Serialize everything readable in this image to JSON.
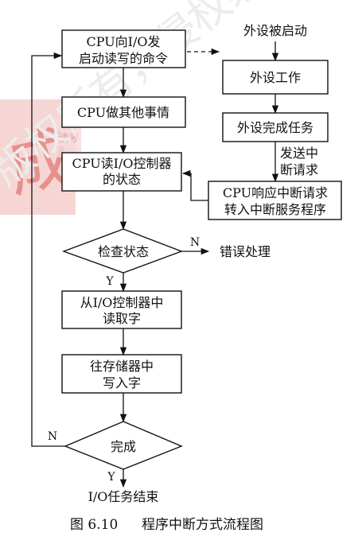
{
  "watermark": {
    "stamp_text": "成",
    "tag_text": "读考",
    "text": "版权所有，侵权必究。",
    "stamp_color": "#d9534f"
  },
  "nodes": {
    "cpu_start_cmd": [
      "CPU向I/O发",
      "启动读写的命令"
    ],
    "device_started": [
      "外设被启动"
    ],
    "device_working": [
      "外设工作"
    ],
    "cpu_other": [
      "CPU做其他事情"
    ],
    "device_done": [
      "外设完成任务"
    ],
    "send_interrupt": [
      "发送中",
      "断请求"
    ],
    "cpu_read_status": [
      "CPU读I/O控制器",
      "的状态"
    ],
    "cpu_respond": [
      "CPU响应中断请求",
      "转入中断服务程序"
    ],
    "check_status": [
      "检查状态"
    ],
    "error_handling": [
      "错误处理"
    ],
    "read_word": [
      "从I/O控制器中",
      "读取字"
    ],
    "store_word": [
      "往存储器中",
      "写入字"
    ],
    "done": [
      "完成"
    ],
    "io_end": [
      "I/O任务结束"
    ]
  },
  "labels": {
    "check_no": "N",
    "check_yes": "Y",
    "done_no": "N",
    "done_yes": "Y"
  },
  "caption": {
    "figure_no": "图 6.10",
    "title": "程序中断方式流程图"
  }
}
